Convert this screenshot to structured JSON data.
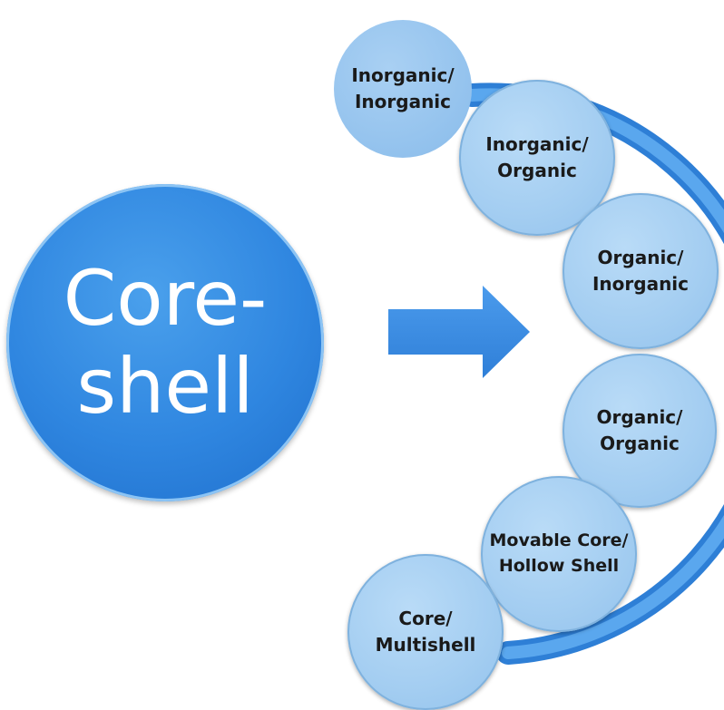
{
  "main": {
    "line1": "Core-",
    "line2": "shell"
  },
  "types": [
    {
      "line1": "Inorganic/",
      "line2": "Inorganic"
    },
    {
      "line1": "Inorganic/",
      "line2": "Organic"
    },
    {
      "line1": "Organic/",
      "line2": "Inorganic"
    },
    {
      "line1": "Organic/",
      "line2": "Organic"
    },
    {
      "line1": "Movable Core/",
      "line2": "Hollow Shell"
    },
    {
      "line1": "Core/",
      "line2": "Multishell"
    }
  ],
  "colors": {
    "main_fill": "#2f86e0",
    "arrow_fill": "#3a8fe6",
    "ring_fill": "#3a8fe6",
    "bubble_fill": "#a3cdf1"
  }
}
